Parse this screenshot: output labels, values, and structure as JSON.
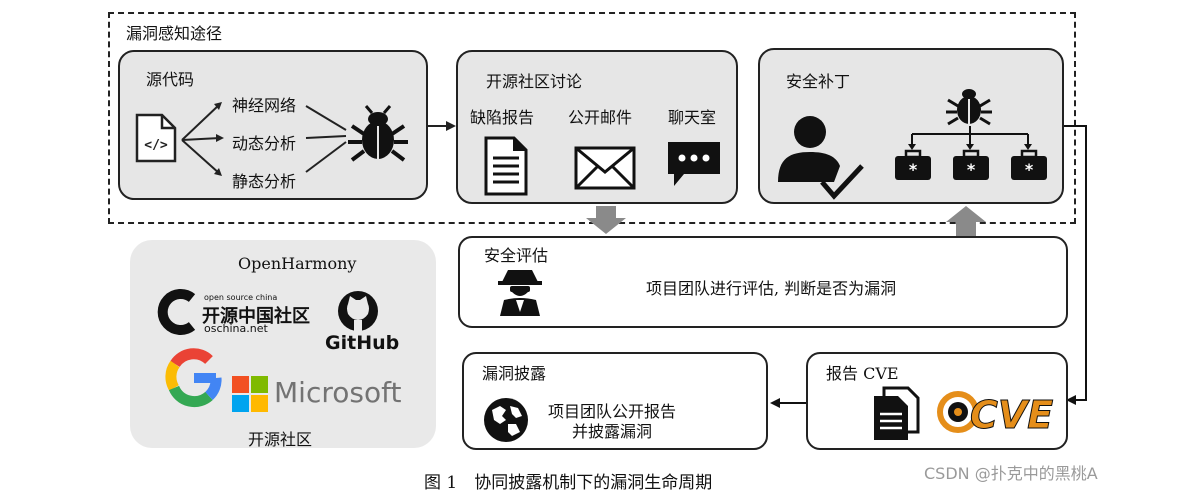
{
  "outer_label": "漏洞感知途径",
  "source": {
    "title": "源代码",
    "methods": [
      "神经网络",
      "动态分析",
      "静态分析"
    ]
  },
  "community": {
    "title": "开源社区讨论",
    "channels": [
      "缺陷报告",
      "公开邮件",
      "聊天室"
    ]
  },
  "patch": {
    "title": "安全补丁"
  },
  "assessment": {
    "title": "安全评估",
    "desc": "项目团队进行评估, 判断是否为漏洞"
  },
  "report": {
    "title": "报告 CVE",
    "cve_logo": "CVE"
  },
  "disclosure": {
    "title": "漏洞披露",
    "desc_line1": "项目团队公开报告",
    "desc_line2": "并披露漏洞"
  },
  "open_source": {
    "heading": "OpenHarmony",
    "footer": "开源社区",
    "oschina_small": "open source china",
    "oschina_main": "开源中国社区",
    "oschina_domain": "oschina.net",
    "github": "GitHub",
    "microsoft": "Microsoft"
  },
  "caption": "图 1　协同披露机制下的漏洞生命周期",
  "watermark": "CSDN @扑克中的黑桃A",
  "colors": {
    "box_fill": "#e6e6e6",
    "arrow_gray": "#8a8a8a",
    "google_blue": "#4285F4",
    "google_red": "#EA4335",
    "google_yellow": "#FBBC05",
    "google_green": "#34A853",
    "ms_red": "#F25022",
    "ms_green": "#7FBA00",
    "ms_blue": "#00A4EF",
    "ms_yellow": "#FFB900",
    "cve_orange": "#E58E1A"
  }
}
